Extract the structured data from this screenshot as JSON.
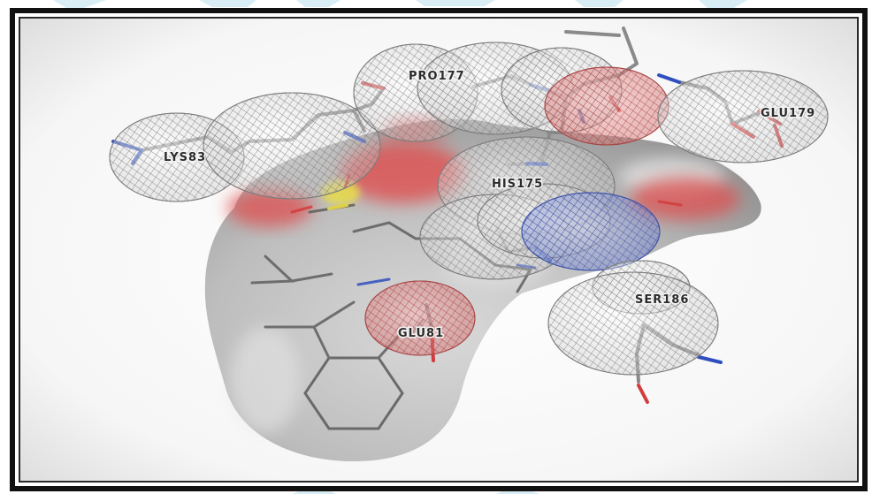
{
  "figure": {
    "residue_labels": {
      "lys83": "LYS83",
      "pro177": "PRO177",
      "glu179": "GLU179",
      "his175": "HIS175",
      "ser186": "SER186",
      "glu81": "GLU81"
    }
  },
  "colors": {
    "frame": "#111111",
    "surface": "#b4b4b4",
    "carbon": "#8a8a8a",
    "oxygen": "#d23c3c",
    "nitrogen": "#2f4fc0",
    "sulfur": "#e2d23a",
    "watermark": "#cfe9f3"
  }
}
